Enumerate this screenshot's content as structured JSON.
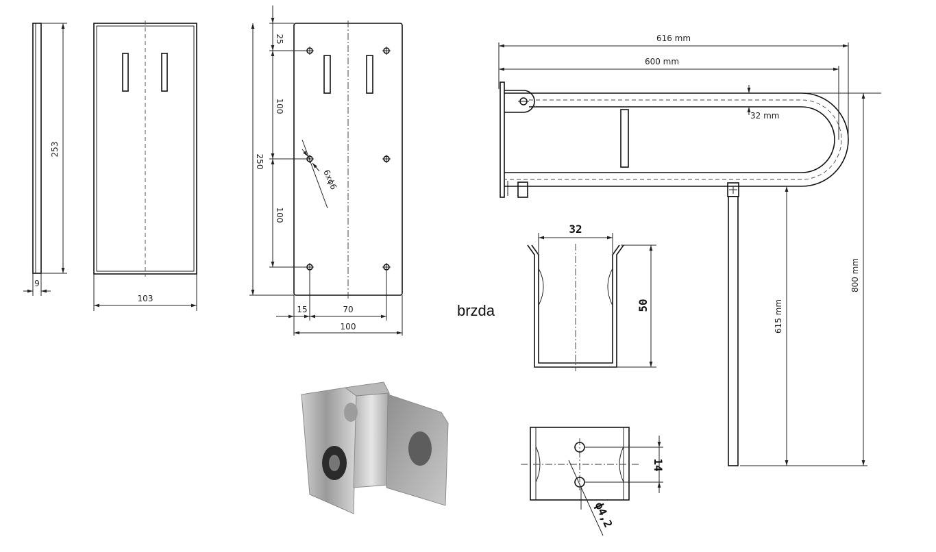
{
  "side_view": {
    "height_label": "253",
    "thickness_label": "9"
  },
  "front_view": {
    "width_label": "103"
  },
  "plate_view": {
    "top_offset_label": "25",
    "upper_spacing_label": "100",
    "lower_spacing_label": "100",
    "total_height_label": "250",
    "holes_label": "6xϕ6",
    "edge_offset_label": "15",
    "hole_span_label": "70",
    "total_width_label": "100"
  },
  "rail_view": {
    "overall_length_label": "616 mm",
    "rail_length_label": "600 mm",
    "tube_label": "32 mm",
    "leg_height_label": "615 mm",
    "mount_height_label": "800 mm"
  },
  "brake_label": "brzda",
  "brake_front_view": {
    "width_label": "32",
    "height_label": "50"
  },
  "brake_top_view": {
    "spacing_label": "14",
    "hole_label": "ϕ4,2"
  }
}
